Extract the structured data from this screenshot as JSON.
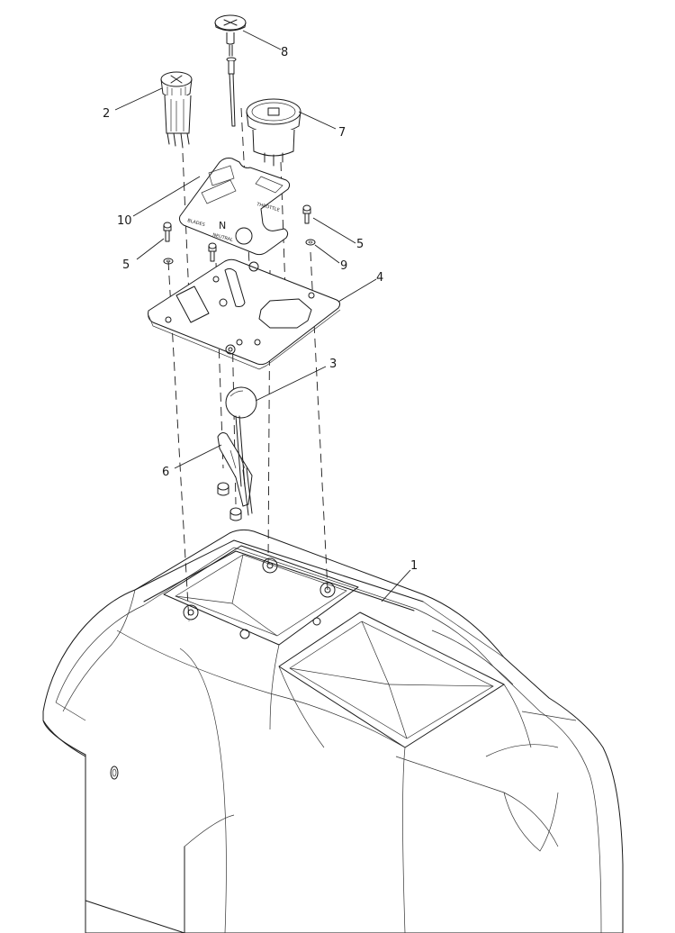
{
  "diagram": {
    "callouts": {
      "c1": "1",
      "c2": "2",
      "c3": "3",
      "c4": "4",
      "c5a": "5",
      "c5b": "5",
      "c6": "6",
      "c7": "7",
      "c8": "8",
      "c9": "9",
      "c10": "10"
    },
    "decal": {
      "text_blades": "BLADES",
      "text_throttle": "THROTTLE",
      "text_neutral_n": "N",
      "text_neutral": "NEUTRAL"
    }
  }
}
